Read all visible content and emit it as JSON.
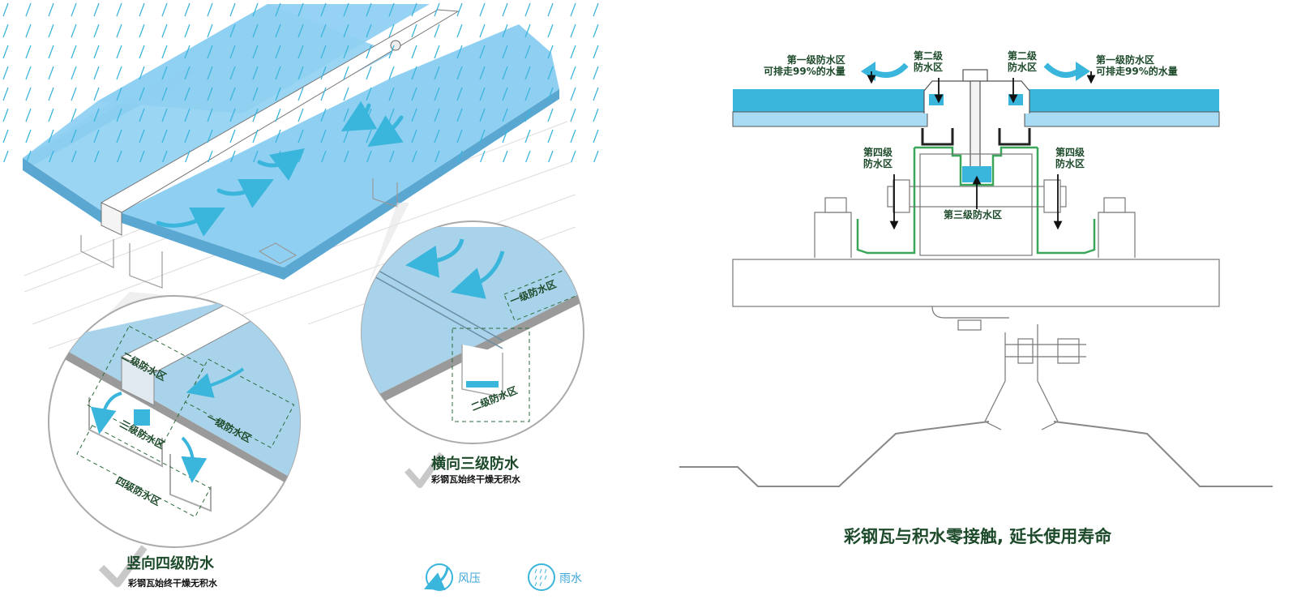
{
  "colors": {
    "accent_blue": "#3ab5dc",
    "light_blue": "#a8dcf4",
    "panel_blue": "#8ccdef",
    "zoom_blue": "#a9d3ea",
    "label_green": "#1d4a2a",
    "seal_green": "#3aa65a",
    "steel_gray": "#888888"
  },
  "left_diagram": {
    "vertical_detail": {
      "zones": [
        "一级防水区",
        "二级防水区",
        "三级防水区",
        "四级防水区"
      ],
      "title": "竖向四级防水",
      "subtitle": "彩钢瓦始终干燥无积水"
    },
    "horizontal_detail": {
      "zones": [
        "一级防水区",
        "二级防水区"
      ],
      "title": "横向三级防水",
      "subtitle": "彩钢瓦始终干燥无积水"
    },
    "legend": [
      {
        "icon": "wind-pressure-icon",
        "label": "风压"
      },
      {
        "icon": "rain-icon",
        "label": "雨水"
      }
    ]
  },
  "right_diagram": {
    "zone1_left": {
      "line1": "第一级防水区",
      "line2": "可排走99%的水量"
    },
    "zone1_right": {
      "line1": "第一级防水区",
      "line2": "可排走99%的水量"
    },
    "zone2_left": {
      "line1": "第二级",
      "line2": "防水区"
    },
    "zone2_right": {
      "line1": "第二级",
      "line2": "防水区"
    },
    "zone3": "第三级防水区",
    "zone4_left": {
      "line1": "第四级",
      "line2": "防水区"
    },
    "zone4_right": {
      "line1": "第四级",
      "line2": "防水区"
    },
    "caption": "彩钢瓦与积水零接触, 延长使用寿命"
  }
}
